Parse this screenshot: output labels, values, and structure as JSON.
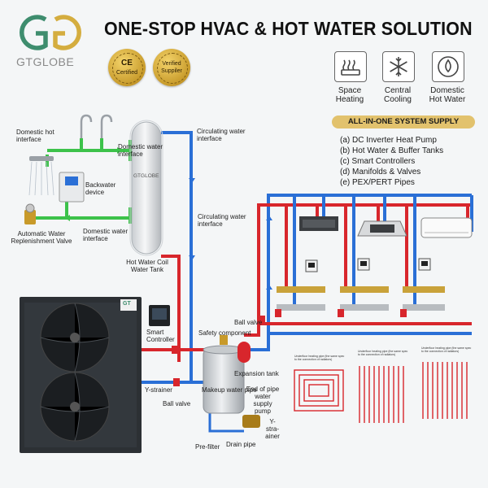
{
  "brand": {
    "logo_text": "GTGLOBE",
    "tank_brand": "GTGLOBE",
    "unit_brand": "GT"
  },
  "title": "ONE-STOP HVAC & HOT WATER SOLUTION",
  "badges": [
    {
      "line1": "CE",
      "line2": "Certified"
    },
    {
      "line1": "Verified",
      "line2": "Suppiler"
    }
  ],
  "features": [
    {
      "icon": "radiator-icon",
      "line1": "Space",
      "line2": "Heating"
    },
    {
      "icon": "snowflake-icon",
      "line1": "Central",
      "line2": "Cooling"
    },
    {
      "icon": "water-drop-icon",
      "line1": "Domestic",
      "line2": "Hot Water"
    }
  ],
  "supply": {
    "header": "ALL-IN-ONE SYSTEM SUPPLY",
    "items": [
      "(a) DC Inverter Heat Pump",
      "(b) Hot Water & Buffer Tanks",
      "(c) Smart Controllers",
      "(d) Manifolds & Valves",
      "(e) PEX/PERT Pipes"
    ]
  },
  "labels": {
    "domestic_hot_interface": "Domestic hot interface",
    "domestic_water_interface_top": "Domestic water interface",
    "circulating_water_interface_top": "Circulating water interface",
    "backwater_device": "Backwater device",
    "auto_water_valve": "Automatic Water Replenishment Valve",
    "domestic_water_interface_bottom": "Domestic water interface",
    "circulating_water_interface_mid": "Circulating water interface",
    "hot_water_coil_tank": "Hot Water Coil Water Tank",
    "ball_valve_right": "Ball valve",
    "smart_controller": "Smart Controller",
    "safety_component": "Safety component",
    "expansion_tank": "Expansion tank",
    "y_strainer": "Y-strainer",
    "makeup_water_pipe": "Makeup water pipe",
    "end_of_pipe_pump": "End of pipe water supply pump",
    "ball_valve_bottom": "Ball valve",
    "y_strainer_2": "Y-stra- ainer",
    "pre_filter": "Pre-filter",
    "drain_pipe": "Drain pipe",
    "ufh_1": "Underfloor heating pipe (the same spec to the connection of radiators)",
    "ufh_2": "Underfloor heating pipe (the same spec to the connection of radiators)",
    "ufh_3": "Underfloor heating pipe (the same spec to the connection of radiators)"
  },
  "colors": {
    "hot_pipe": "#d8262c",
    "cold_pipe": "#2a6fd6",
    "domestic_pipe": "#3cc24a",
    "gold": "#d4ad3f",
    "logo_green": "#3e8d6e",
    "unit_body": "#2c3034"
  }
}
